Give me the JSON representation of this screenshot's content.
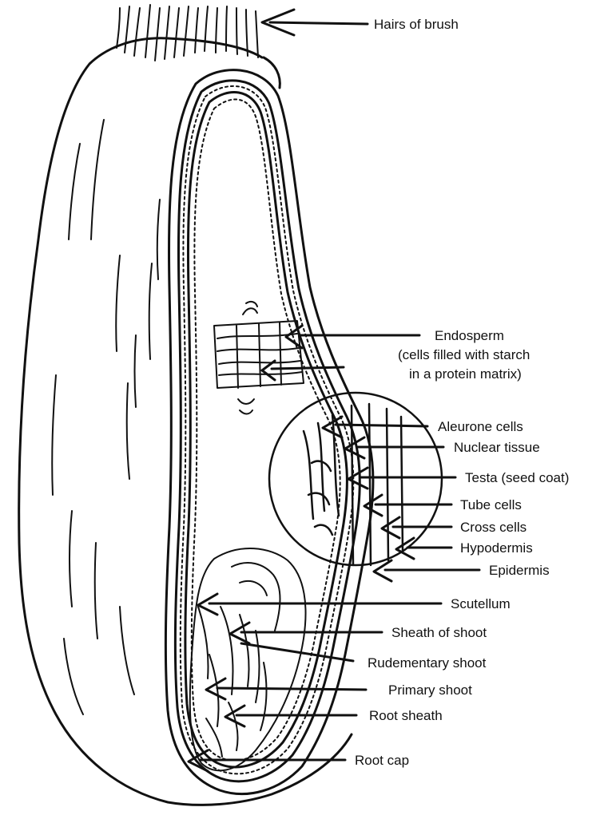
{
  "labels": {
    "hairs_of_brush": "Hairs of brush",
    "endosperm": "Endosperm",
    "endosperm_note_1": "(cells filled with starch",
    "endosperm_note_2": "in a protein matrix)",
    "aleurone_cells": "Aleurone cells",
    "nuclear_tissue": "Nuclear tissue",
    "testa": "Testa (seed coat)",
    "tube_cells": "Tube cells",
    "cross_cells": "Cross cells",
    "hypodermis": "Hypodermis",
    "epidermis": "Epidermis",
    "scutellum": "Scutellum",
    "sheath_of_shoot": "Sheath of shoot",
    "rudementary_shoot": "Rudementary shoot",
    "primary_shoot": "Primary shoot",
    "root_sheath": "Root sheath",
    "root_cap": "Root cap"
  },
  "colors": {
    "ink": "#111111",
    "background": "#ffffff"
  }
}
